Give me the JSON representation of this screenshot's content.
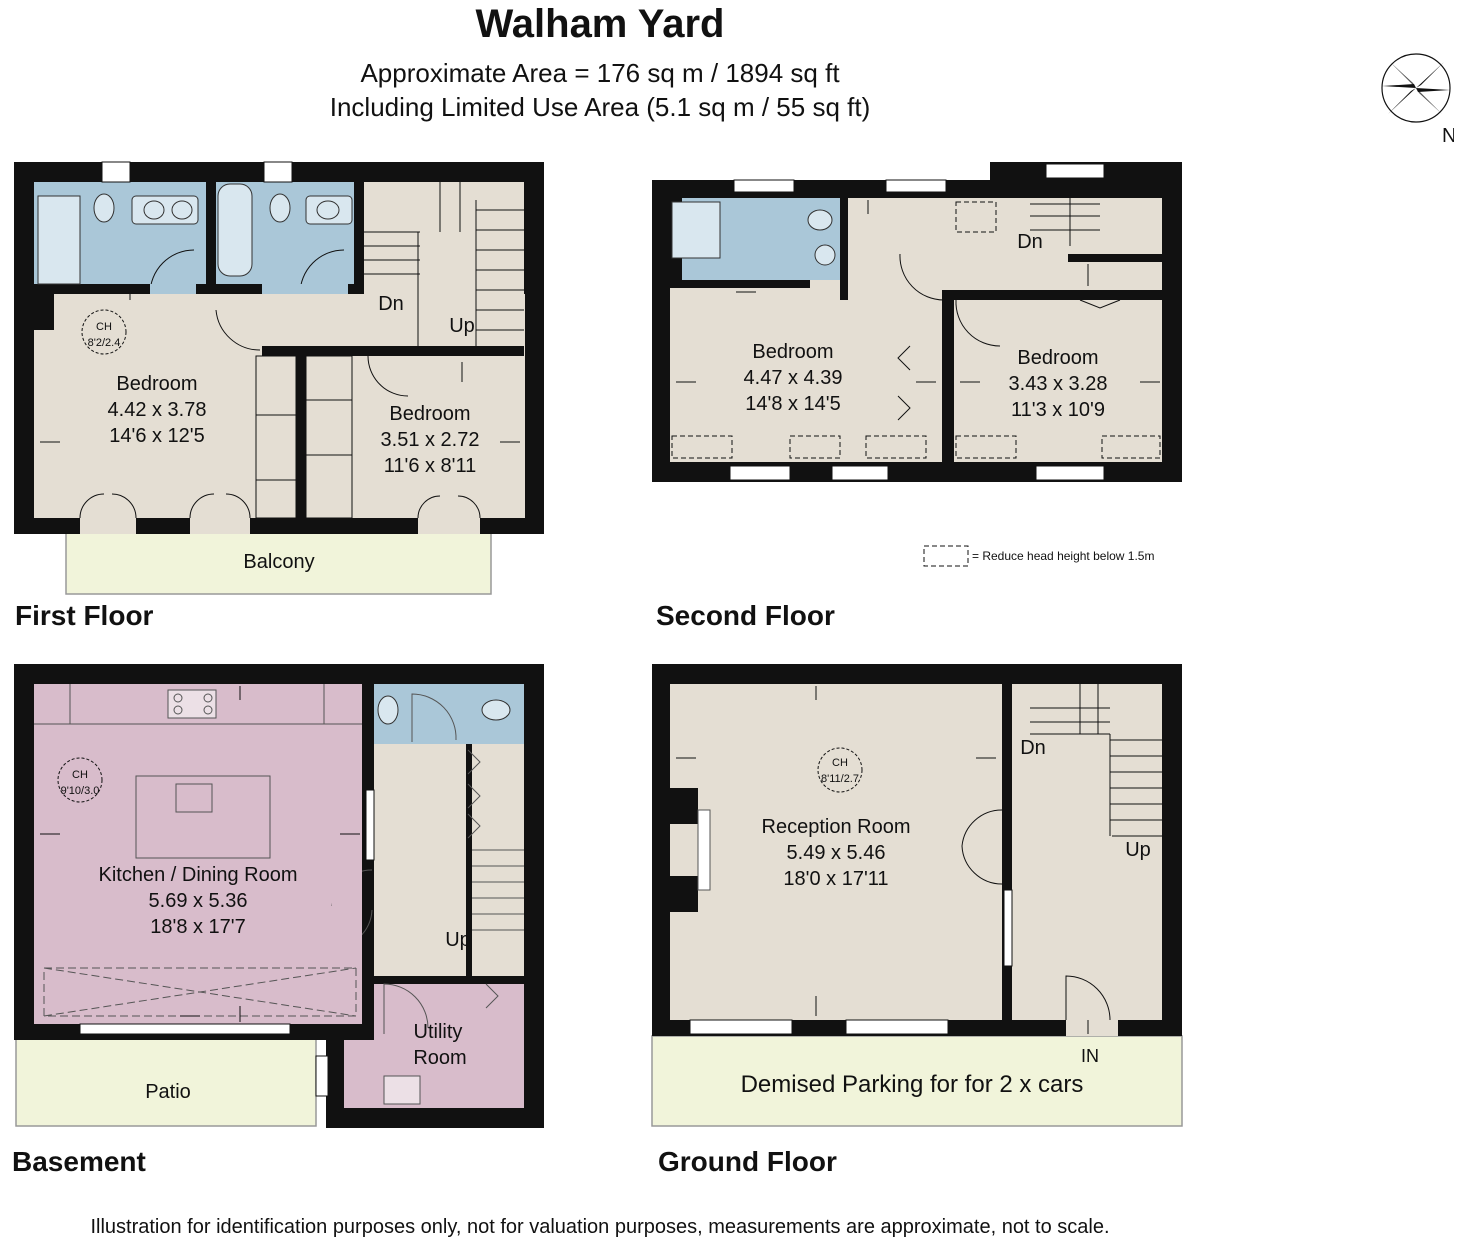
{
  "header": {
    "title": "Walham Yard",
    "area_line1": "Approximate Area = 176 sq m / 1894 sq ft",
    "area_line2": "Including Limited Use Area (5.1 sq m / 55 sq ft)"
  },
  "compass": {
    "label": "N"
  },
  "legend": {
    "text": "= Reduce head height below 1.5m"
  },
  "disclaimer": "Illustration for identification purposes only, not for valuation purposes, measurements are approximate, not to scale.",
  "colors": {
    "wall": "#111111",
    "floor": "#e4ded3",
    "bathroom": "#aac7d8",
    "kitchen": "#d8bccb",
    "outdoor": "#f1f4da"
  },
  "first_floor": {
    "label": "First Floor",
    "bedroom1": {
      "name": "Bedroom",
      "metric": "4.42 x 3.78",
      "imperial": "14'6 x 12'5"
    },
    "bedroom2": {
      "name": "Bedroom",
      "metric": "3.51 x 2.72",
      "imperial": "11'6 x 8'11"
    },
    "ch_label": "CH",
    "ch_value": "8'2/2.4",
    "dn": "Dn",
    "up": "Up",
    "balcony": "Balcony"
  },
  "second_floor": {
    "label": "Second Floor",
    "bedroom1": {
      "name": "Bedroom",
      "metric": "4.47 x 4.39",
      "imperial": "14'8 x 14'5"
    },
    "bedroom2": {
      "name": "Bedroom",
      "metric": "3.43 x 3.28",
      "imperial": "11'3 x 10'9"
    },
    "dn": "Dn"
  },
  "basement": {
    "label": "Basement",
    "kitchen": {
      "name": "Kitchen / Dining Room",
      "metric": "5.69 x 5.36",
      "imperial": "18'8 x 17'7"
    },
    "ch_label": "CH",
    "ch_value": "9'10/3.0",
    "up": "Up",
    "utility_line1": "Utility",
    "utility_line2": "Room",
    "patio": "Patio"
  },
  "ground_floor": {
    "label": "Ground Floor",
    "reception": {
      "name": "Reception Room",
      "metric": "5.49 x 5.46",
      "imperial": "18'0 x 17'11"
    },
    "ch_label": "CH",
    "ch_value": "8'11/2.7",
    "dn": "Dn",
    "up": "Up",
    "in": "IN",
    "parking": "Demised Parking for for 2 x cars"
  }
}
